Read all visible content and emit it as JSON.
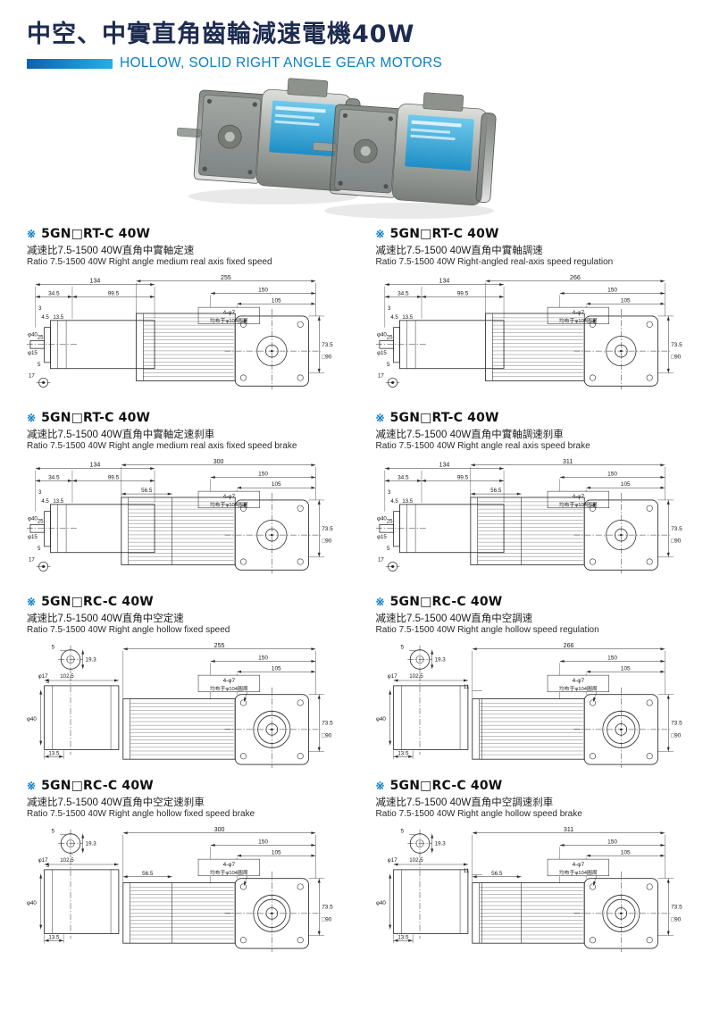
{
  "page": {
    "title": "中空、中實直角齒輪減速電機40W",
    "subtitle": "HOLLOW, SOLID RIGHT ANGLE GEAR MOTORS"
  },
  "colors": {
    "accent_blue": "#0b7fc4",
    "bar_gradient_start": "#0a62b0",
    "bar_gradient_end": "#29aee4",
    "title_navy": "#1d2b50",
    "drawing_line": "#2b2b2b",
    "photo_label_blue": "#2e9fd6"
  },
  "photos": {
    "description": "two right-angle gear motor product photos"
  },
  "sections": [
    {
      "marker": "※",
      "model": "5GN□RT-C 40W",
      "desc_cn": "减速比7.5-1500  40W直角中實軸定速",
      "desc_en": "Ratio 7.5-1500  40W Right angle medium real axis fixed speed",
      "drawing": {
        "type": "rt",
        "dims": {
          "total": "134",
          "seg_a": "34.5",
          "seg_b": "99.5",
          "step_1": "3",
          "step_2": "4.5",
          "step_3": "13.5",
          "dia_boss": "φ40",
          "boss_len": "25",
          "dia_shaft": "φ15",
          "foot_a": "5",
          "foot_b": "17",
          "overall": "255",
          "face_w": "150",
          "face_inner": "105",
          "bolt_note_1": "4-φ7",
          "bolt_note_2": "均布于φ104圓周",
          "center_h": "73.5",
          "square": "□90"
        }
      }
    },
    {
      "marker": "※",
      "model": "5GN□RT-C 40W",
      "desc_cn": "减速比7.5-1500  40W直角中實軸調速",
      "desc_en": "Ratio 7.5-1500  40W Right-angled real-axis speed regulation",
      "drawing": {
        "type": "rt",
        "dims": {
          "total": "134",
          "seg_a": "34.5",
          "seg_b": "99.5",
          "step_1": "3",
          "step_2": "4.5",
          "step_3": "13.5",
          "dia_boss": "φ40",
          "boss_len": "25",
          "dia_shaft": "φ15",
          "foot_a": "5",
          "foot_b": "17",
          "overall": "266",
          "face_w": "150",
          "face_inner": "105",
          "bolt_note_1": "4-φ7",
          "bolt_note_2": "均布于φ104圓周",
          "center_h": "73.5",
          "square": "□90"
        }
      }
    },
    {
      "marker": "※",
      "model": "5GN□RT-C 40W",
      "desc_cn": "减速比7.5-1500  40W直角中實軸定速刹車",
      "desc_en": "Ratio 7.5-1500  40W Right angle medium real axis fixed speed brake",
      "drawing": {
        "type": "rt",
        "dims": {
          "total": "134",
          "seg_a": "34.5",
          "seg_b": "99.5",
          "step_1": "3",
          "step_2": "4.5",
          "step_3": "13.5",
          "dia_boss": "φ40",
          "boss_len": "25",
          "dia_shaft": "φ15",
          "foot_a": "5",
          "foot_b": "17",
          "overall": "300",
          "brake_len": "56.5",
          "face_w": "150",
          "face_inner": "105",
          "bolt_note_1": "4-φ7",
          "bolt_note_2": "均布于φ104圓周",
          "center_h": "73.5",
          "square": "□90"
        }
      }
    },
    {
      "marker": "※",
      "model": "5GN□RT-C 40W",
      "desc_cn": "减速比7.5-1500  40W直角中實軸調速刹車",
      "desc_en": "Ratio 7.5-1500  40W Right angle real axis speed brake",
      "drawing": {
        "type": "rt",
        "dims": {
          "total": "134",
          "seg_a": "34.5",
          "seg_b": "99.5",
          "step_1": "3",
          "step_2": "4.5",
          "step_3": "13.5",
          "dia_boss": "φ40",
          "boss_len": "25",
          "dia_shaft": "φ15",
          "foot_a": "5",
          "foot_b": "17",
          "overall": "311",
          "brake_len": "56.5",
          "face_w": "150",
          "face_inner": "105",
          "bolt_note_1": "4-φ7",
          "bolt_note_2": "均布于φ104圓周",
          "center_h": "73.5",
          "square": "□90"
        }
      }
    },
    {
      "marker": "※",
      "model": "5GN□RC-C 40W",
      "desc_cn": "减速比7.5-1500  40W直角中空定速",
      "desc_en": "Ratio 7.5-1500  40W Right angle hollow fixed speed",
      "drawing": {
        "type": "rc",
        "dims": {
          "key_w": "5",
          "bore_h": "19.3",
          "dia_bore": "φ17",
          "len_body": "102.5",
          "step": "3",
          "dia_body": "φ40",
          "foot": "13.5",
          "overall": "255",
          "face_w": "150",
          "face_inner": "105",
          "bolt_note_1": "4-φ7",
          "bolt_note_2": "均布于φ104圓周",
          "center_h": "73.5",
          "square": "□90"
        }
      }
    },
    {
      "marker": "※",
      "model": "5GN□RC-C 40W",
      "desc_cn": "减速比7.5-1500  40W直角中空調速",
      "desc_en": "Ratio 7.5-1500  40W  Right angle hollow speed regulation",
      "drawing": {
        "type": "rc",
        "dims": {
          "key_w": "5",
          "bore_h": "19.3",
          "dia_bore": "φ17",
          "len_body": "102.5",
          "gap": "11",
          "dia_body": "φ40",
          "foot": "13.5",
          "overall": "266",
          "face_w": "150",
          "face_inner": "105",
          "bolt_note_1": "4-φ7",
          "bolt_note_2": "均布于φ104圓周",
          "center_h": "73.5",
          "square": "□90"
        }
      }
    },
    {
      "marker": "※",
      "model": "5GN□RC-C 40W",
      "desc_cn": "减速比7.5-1500  40W直角中空定速刹車",
      "desc_en": "Ratio 7.5-1500  40W Right angle hollow fixed speed brake",
      "drawing": {
        "type": "rc",
        "dims": {
          "key_w": "5",
          "bore_h": "19.3",
          "dia_bore": "φ17",
          "len_body": "102.5",
          "step": "3",
          "dia_body": "φ40",
          "foot": "13.5",
          "overall": "300",
          "brake_len": "56.5",
          "face_w": "150",
          "face_inner": "105",
          "bolt_note_1": "4-φ7",
          "bolt_note_2": "均布于φ104圓周",
          "center_h": "73.5",
          "square": "□90"
        }
      }
    },
    {
      "marker": "※",
      "model": "5GN□RC-C 40W",
      "desc_cn": "减速比7.5-1500  40W直角中空調速刹車",
      "desc_en": "Ratio 7.5-1500  40W Right angle hollow speed brake",
      "drawing": {
        "type": "rc",
        "dims": {
          "key_w": "5",
          "bore_h": "19.3",
          "dia_bore": "φ17",
          "len_body": "102.5",
          "gap": "11",
          "dia_body": "φ40",
          "foot": "13.5",
          "overall": "311",
          "brake_len": "56.5",
          "face_w": "150",
          "face_inner": "105",
          "bolt_note_1": "4-φ7",
          "bolt_note_2": "均布于φ104圓周",
          "center_h": "73.5",
          "square": "□90"
        }
      }
    }
  ]
}
